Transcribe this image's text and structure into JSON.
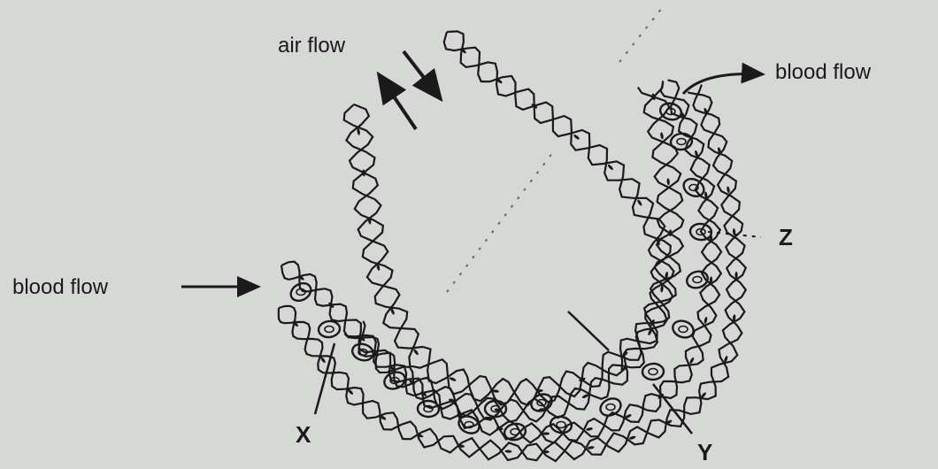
{
  "labels": {
    "air_flow": "air flow",
    "blood_flow_in": "blood flow",
    "blood_flow_out": "blood flow",
    "x": "X",
    "y": "Y",
    "z": "Z"
  },
  "colors": {
    "background": "#d6d8d6",
    "ink": "#1a1a1a"
  }
}
